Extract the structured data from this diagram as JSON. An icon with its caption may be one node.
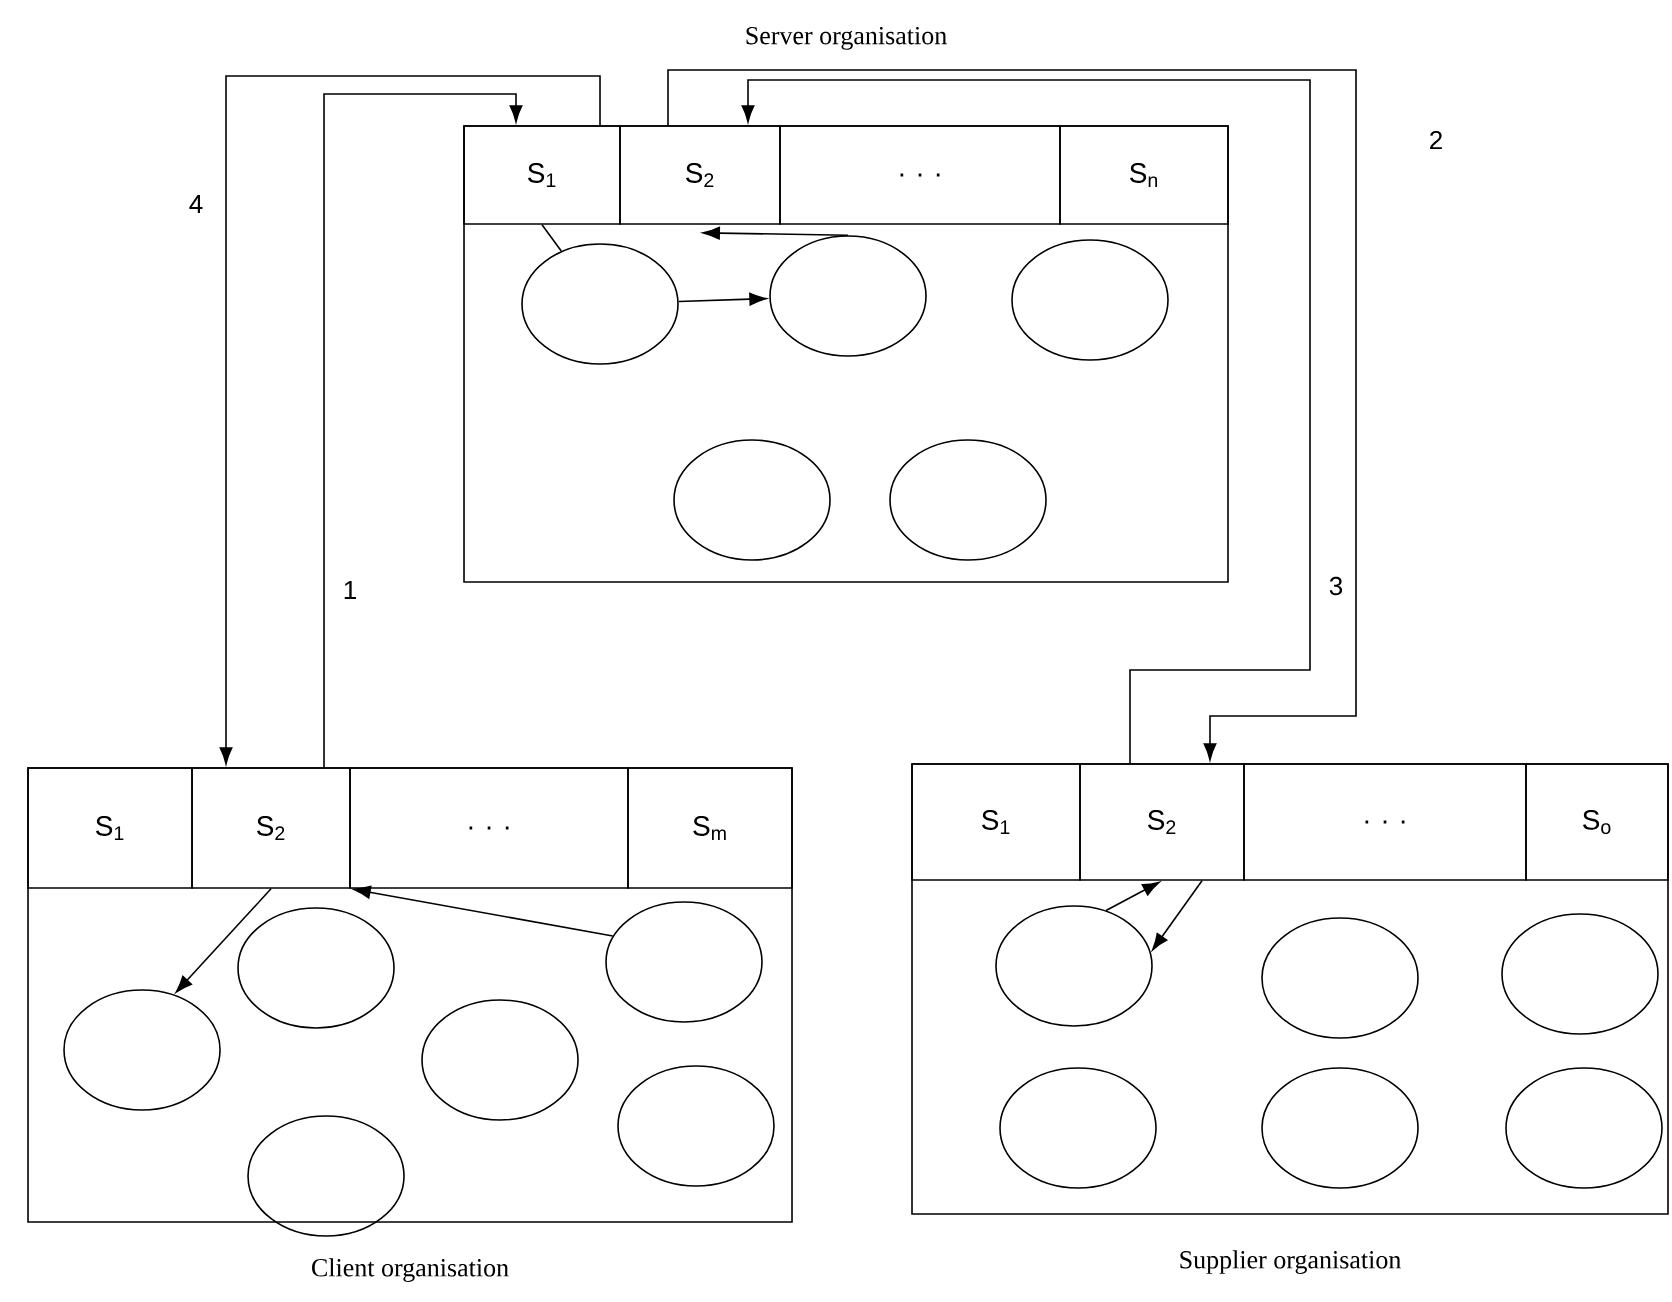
{
  "diagram": {
    "nodes": [
      {
        "text": [
          "Server organisation"
        ]
      },
      {
        "text": [
          "S$_{1}$"
        ],
        "in": 0
      },
      {
        "text": [
          "S$_{2}$"
        ],
        "in": 0
      },
      {
        "text": [
          ". . ."
        ],
        "in": 0
      },
      {
        "text": [
          "S$_{n}$"
        ],
        "in": 0
      },
      {
        "text": [],
        "shape": "ellipse",
        "in": 0
      },
      {
        "text": [],
        "shape": "ellipse",
        "in": 0
      },
      {
        "text": [],
        "shape": "ellipse",
        "in": 0
      },
      {
        "text": [],
        "shape": "ellipse",
        "in": 0
      },
      {
        "text": [],
        "shape": "ellipse",
        "in": 0
      },
      {
        "text": [
          "Client organisation"
        ]
      },
      {
        "text": [
          "S$_{1}$"
        ],
        "in": 10
      },
      {
        "text": [
          "S$_{2}$"
        ],
        "in": 10
      },
      {
        "text": [
          ". . ."
        ],
        "in": 10
      },
      {
        "text": [
          "S$_{m}$"
        ],
        "in": 10
      },
      {
        "text": [],
        "shape": "ellipse",
        "in": 10
      },
      {
        "text": [],
        "shape": "ellipse",
        "in": 10
      },
      {
        "text": [],
        "shape": "ellipse",
        "in": 10
      },
      {
        "text": [],
        "shape": "ellipse",
        "in": 10
      },
      {
        "text": [],
        "shape": "ellipse",
        "in": 10
      },
      {
        "text": [],
        "shape": "ellipse",
        "in": 10
      },
      {
        "text": [
          "Supplier organisation"
        ]
      },
      {
        "text": [
          "S$_{1}$"
        ],
        "in": 21
      },
      {
        "text": [
          "S$_{2}$"
        ],
        "in": 21
      },
      {
        "text": [
          ". . ."
        ],
        "in": 21
      },
      {
        "text": [
          "S$_{o}$"
        ],
        "in": 21
      },
      {
        "text": [],
        "shape": "ellipse",
        "in": 21
      },
      {
        "text": [],
        "shape": "ellipse",
        "in": 21
      },
      {
        "text": [],
        "shape": "ellipse",
        "in": 21
      },
      {
        "text": [],
        "shape": "ellipse",
        "in": 21
      },
      {
        "text": [],
        "shape": "ellipse",
        "in": 21
      },
      {
        "text": [],
        "shape": "ellipse",
        "in": 21
      }
    ],
    "edges": [
      {
        "from": 1,
        "to": 5,
        "arrow": "none"
      },
      {
        "from": 5,
        "to": 6,
        "arrow": "to"
      },
      {
        "from": 6,
        "to": 2,
        "arrow": "to"
      },
      {
        "from": 12,
        "to": 15,
        "arrow": "to"
      },
      {
        "from": 19,
        "to": 12,
        "arrow": "to"
      },
      {
        "from": 26,
        "to": 23,
        "arrow": "to"
      },
      {
        "from": 23,
        "to": 26,
        "arrow": "to"
      },
      {
        "from": 1,
        "to": 12,
        "arrow": "to",
        "label": "4"
      },
      {
        "from": 12,
        "to": 1,
        "arrow": "to",
        "label": "1"
      },
      {
        "from": 2,
        "to": 23,
        "arrow": "to",
        "label": "2"
      },
      {
        "from": 23,
        "to": 2,
        "arrow": "to",
        "label": "3"
      }
    ]
  }
}
